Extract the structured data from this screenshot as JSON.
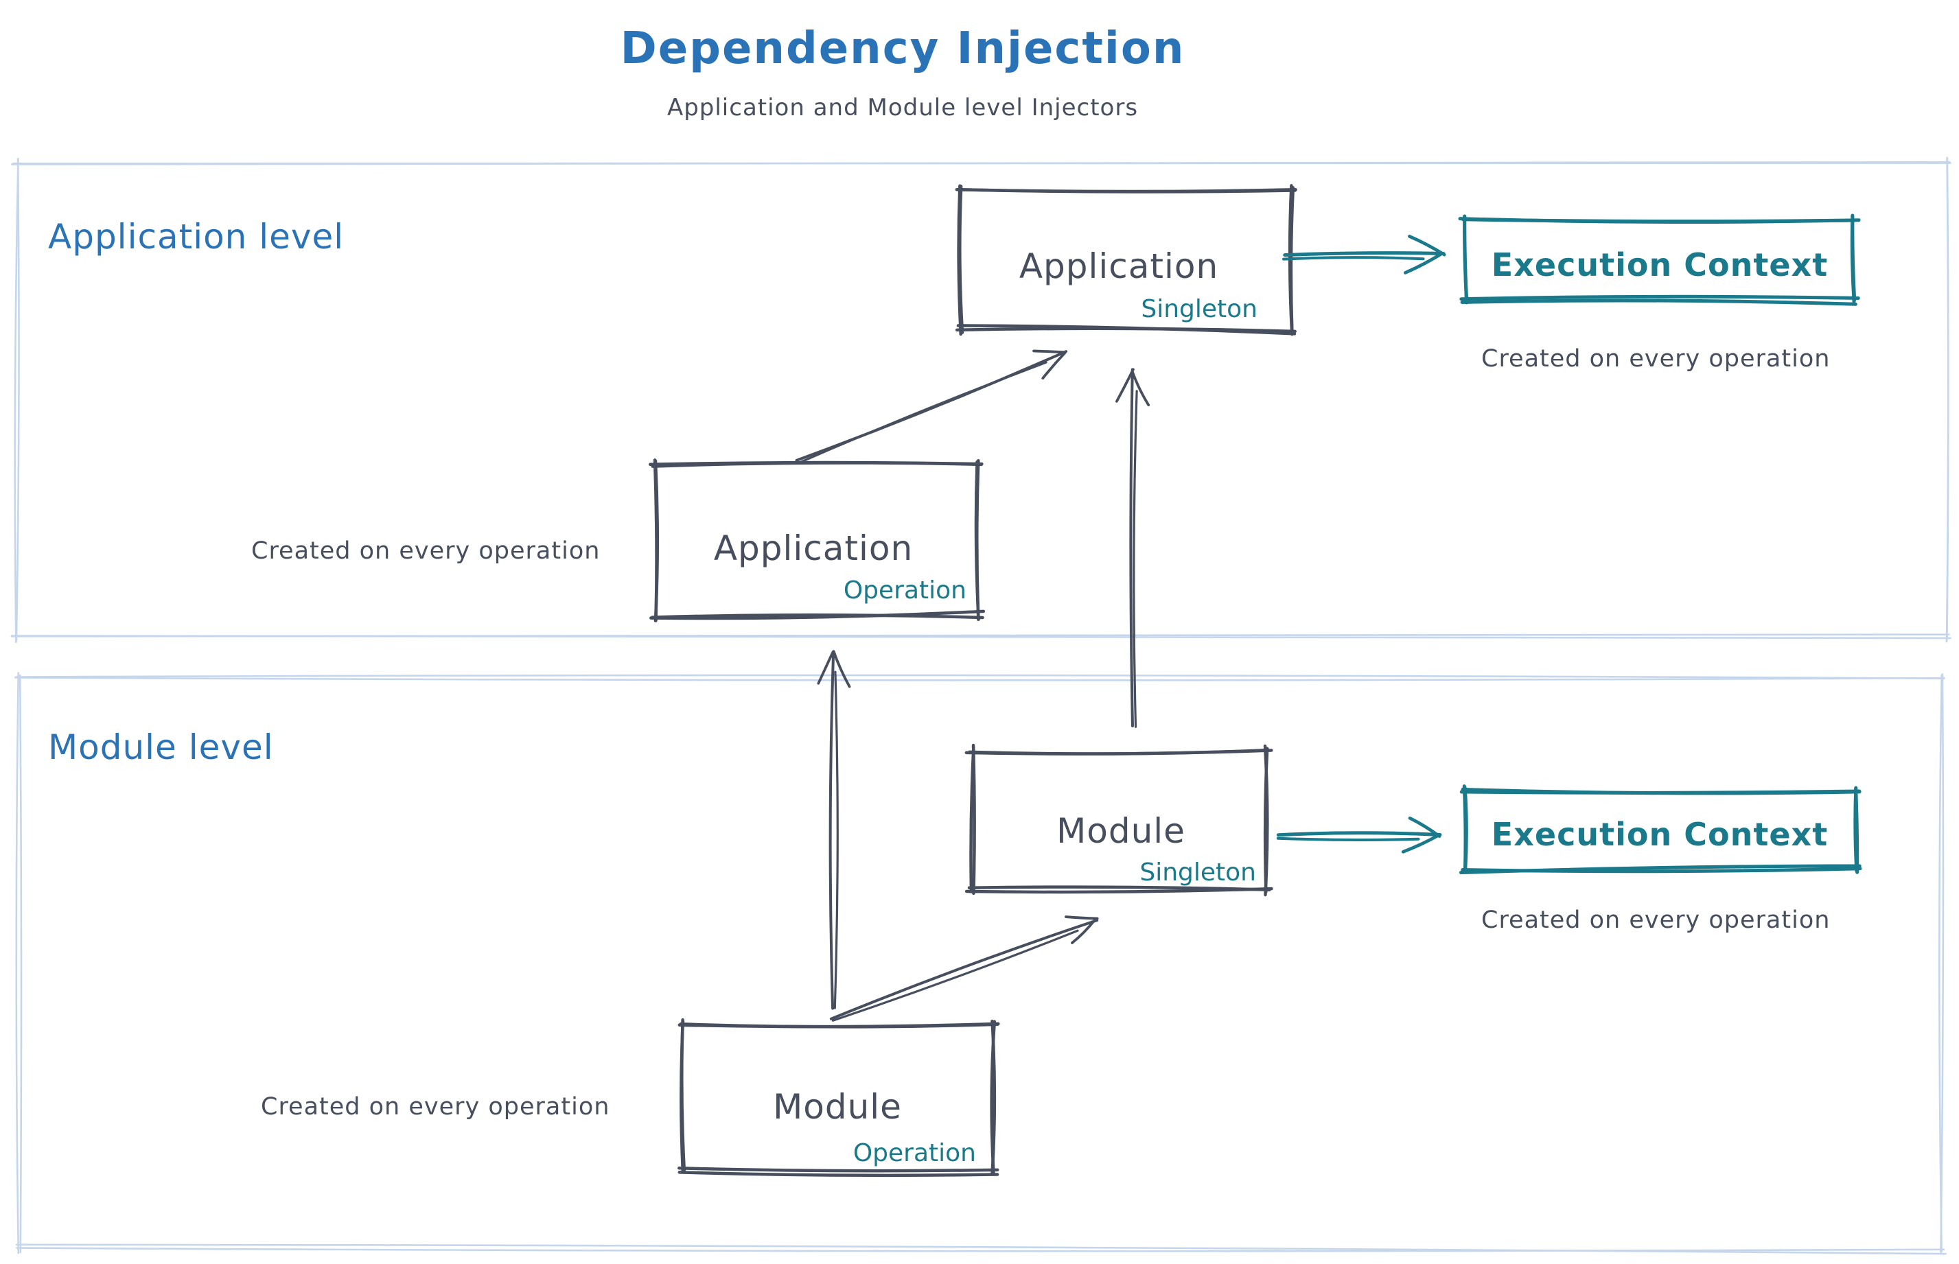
{
  "title": "Dependency Injection",
  "subtitle": "Application and Module level Injectors",
  "colors": {
    "title_blue": "#2b73b7",
    "ink_slate": "#474e5d",
    "teal": "#1a7a8b",
    "frame_blue": "#c5d6ec",
    "background": "#ffffff"
  },
  "sections": {
    "application": {
      "label": "Application level"
    },
    "module": {
      "label": "Module level"
    }
  },
  "nodes": {
    "app_singleton": {
      "title": "Application",
      "badge": "Singleton"
    },
    "app_operation": {
      "title": "Application",
      "badge": "Operation"
    },
    "module_singleton": {
      "title": "Module",
      "badge": "Singleton"
    },
    "module_operation": {
      "title": "Module",
      "badge": "Operation"
    },
    "execution_context_app": {
      "title": "Execution Context",
      "caption": "Created on every operation"
    },
    "execution_context_module": {
      "title": "Execution Context",
      "caption": "Created on every operation"
    }
  },
  "captions": {
    "app_operation": "Created on every operation",
    "module_operation": "Created on every operation"
  }
}
